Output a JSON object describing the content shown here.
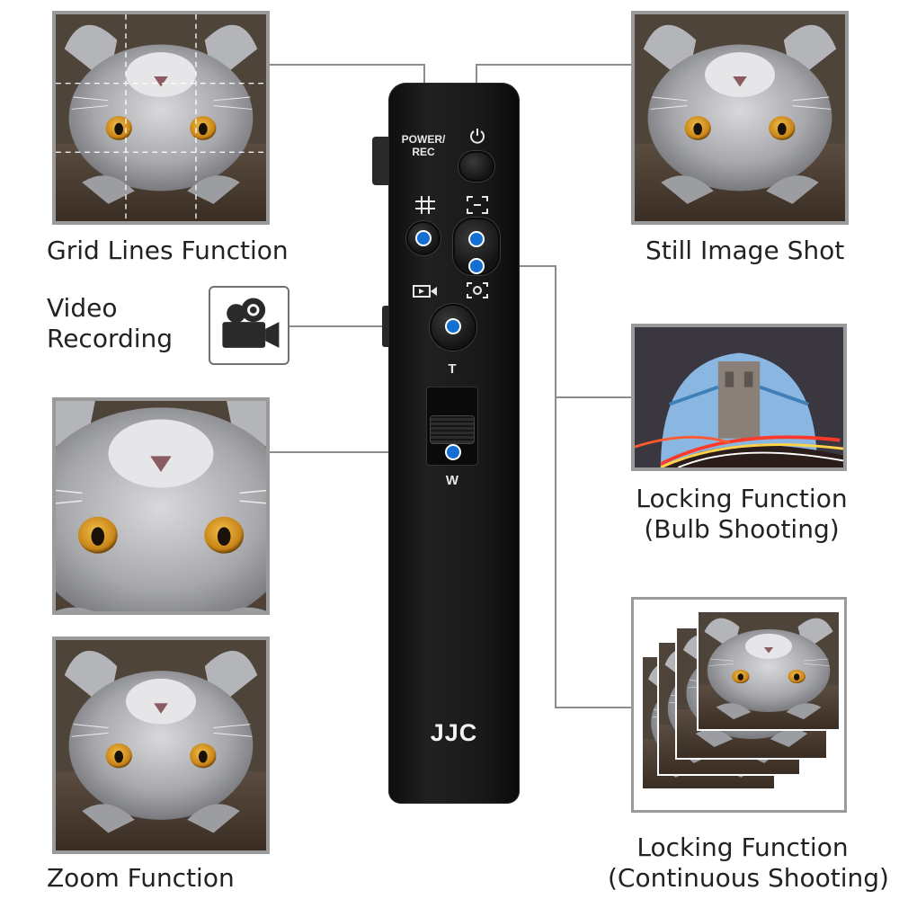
{
  "features": {
    "grid_lines": "Grid Lines Function",
    "still_image": "Still Image Shot",
    "video_line1": "Video",
    "video_line2": "Recording",
    "bulb_line1": "Locking Function",
    "bulb_line2": "(Bulb Shooting)",
    "zoom": "Zoom Function",
    "continuous_line1": "Locking Function",
    "continuous_line2": "(Continuous Shooting)"
  },
  "remote": {
    "power_label_line1": "POWER/",
    "power_label_line2": "REC",
    "tele_label": "T",
    "wide_label": "W",
    "brand": "JJC"
  },
  "colors": {
    "indicator_dot": "#1470d2",
    "connector_line": "#8c8c8c",
    "remote_body": "#1a1a1a",
    "photo_frame": "#9a9a9a"
  },
  "icons": [
    "grid-icon",
    "focus-frame-icon",
    "video-icon",
    "still-capture-icon",
    "power-icon",
    "video-camera-icon"
  ]
}
